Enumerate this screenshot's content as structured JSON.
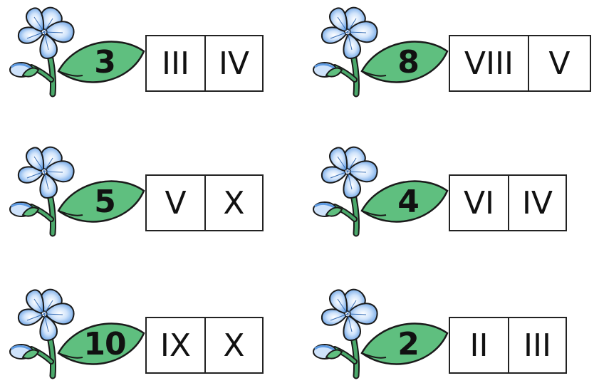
{
  "items": [
    {
      "number": "3",
      "options": [
        "III",
        "IV"
      ]
    },
    {
      "number": "8",
      "options": [
        "VIII",
        "V"
      ]
    },
    {
      "number": "5",
      "options": [
        "V",
        "X"
      ]
    },
    {
      "number": "4",
      "options": [
        "VI",
        "IV"
      ]
    },
    {
      "number": "10",
      "options": [
        "IX",
        "X"
      ]
    },
    {
      "number": "2",
      "options": [
        "II",
        "III"
      ]
    }
  ],
  "colors": {
    "petal": "#6fa8e6",
    "petal_light": "#cfe3fb",
    "leaf": "#5fbf7f",
    "stem": "#4aa86a",
    "outline": "#1a1a1a"
  },
  "icons": [
    "flower-icon",
    "leaf-icon",
    "bud-icon"
  ]
}
